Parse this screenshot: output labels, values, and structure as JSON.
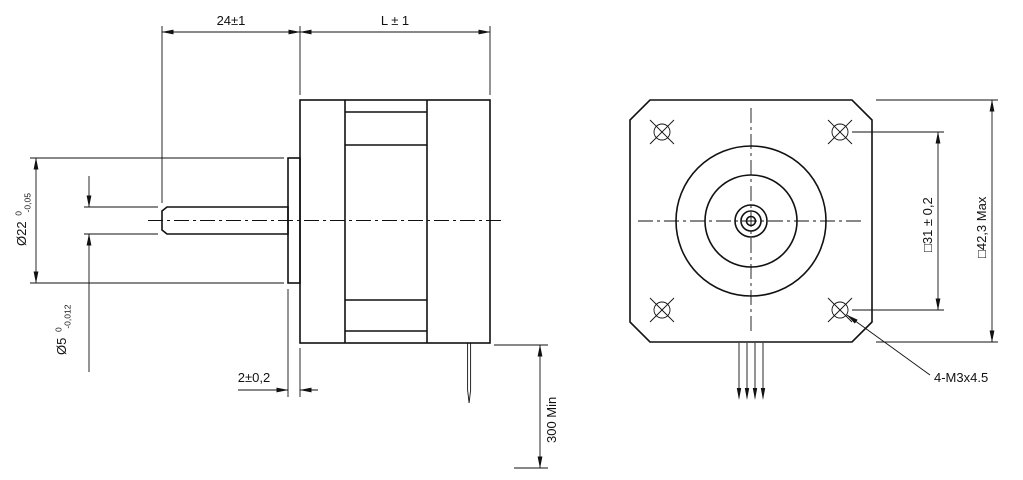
{
  "side_view": {
    "dim_shaft_length": "24±1",
    "dim_body_length": "L ± 1",
    "pilot_diameter": {
      "main": "Ø22",
      "tol_upper": "0",
      "tol_lower": "-0,05"
    },
    "shaft_diameter": {
      "main": "Ø5",
      "tol_upper": "0",
      "tol_lower": "-0,012"
    },
    "dim_pilot_depth": "2±0,2",
    "dim_lead_length": "300 Min"
  },
  "front_view": {
    "dim_mounting_pitch": "□31 ± 0,2",
    "dim_frame_size": "□42,3 Max",
    "mounting_hole_note": "4-M3x4.5"
  }
}
